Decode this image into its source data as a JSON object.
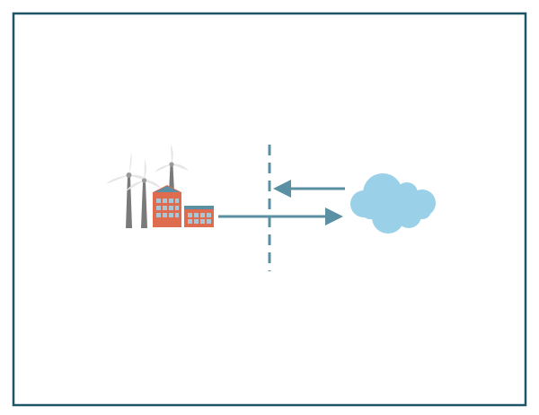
{
  "diagram": {
    "frame_color": "#1e5566",
    "background_color": "#ffffff",
    "boundary": {
      "style": "dashed",
      "color": "#5b8fa3"
    },
    "arrows": [
      {
        "name": "arrow-factory-to-cloud",
        "from": "factory",
        "to": "cloud",
        "color": "#5b8fa3"
      },
      {
        "name": "arrow-cloud-to-boundary",
        "from": "cloud",
        "to": "boundary",
        "color": "#5b8fa3"
      }
    ],
    "icons": {
      "factory": {
        "icon": "factory-with-wind-turbines-icon",
        "wall_color": "#e06c4f",
        "window_color": "#a9c6d6",
        "roof_color": "#5b8fa3"
      },
      "turbines": {
        "icon": "wind-turbine-icon",
        "count": 3,
        "tower_color": "#7a7a7a",
        "blade_color": "#e6e6e6"
      },
      "cloud": {
        "icon": "cloud-icon",
        "color": "#9ad0e8"
      }
    }
  }
}
